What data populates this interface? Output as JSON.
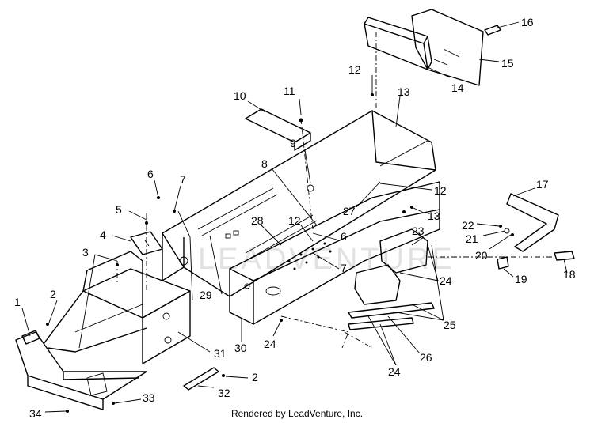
{
  "callouts": [
    {
      "id": "1",
      "label": "1"
    },
    {
      "id": "2a",
      "label": "2"
    },
    {
      "id": "2b",
      "label": "2"
    },
    {
      "id": "3",
      "label": "3"
    },
    {
      "id": "4",
      "label": "4"
    },
    {
      "id": "5",
      "label": "5"
    },
    {
      "id": "6a",
      "label": "6"
    },
    {
      "id": "6b",
      "label": "6"
    },
    {
      "id": "7a",
      "label": "7"
    },
    {
      "id": "7b",
      "label": "7"
    },
    {
      "id": "8",
      "label": "8"
    },
    {
      "id": "9",
      "label": "9"
    },
    {
      "id": "10",
      "label": "10"
    },
    {
      "id": "11",
      "label": "11"
    },
    {
      "id": "12a",
      "label": "12"
    },
    {
      "id": "12b",
      "label": "12"
    },
    {
      "id": "12c",
      "label": "12"
    },
    {
      "id": "13a",
      "label": "13"
    },
    {
      "id": "13b",
      "label": "13"
    },
    {
      "id": "14",
      "label": "14"
    },
    {
      "id": "15",
      "label": "15"
    },
    {
      "id": "16",
      "label": "16"
    },
    {
      "id": "17",
      "label": "17"
    },
    {
      "id": "18",
      "label": "18"
    },
    {
      "id": "19",
      "label": "19"
    },
    {
      "id": "20",
      "label": "20"
    },
    {
      "id": "21",
      "label": "21"
    },
    {
      "id": "22",
      "label": "22"
    },
    {
      "id": "23",
      "label": "23"
    },
    {
      "id": "24a",
      "label": "24"
    },
    {
      "id": "24b",
      "label": "24"
    },
    {
      "id": "24c",
      "label": "24"
    },
    {
      "id": "25",
      "label": "25"
    },
    {
      "id": "26",
      "label": "26"
    },
    {
      "id": "27",
      "label": "27"
    },
    {
      "id": "28",
      "label": "28"
    },
    {
      "id": "29",
      "label": "29"
    },
    {
      "id": "30",
      "label": "30"
    },
    {
      "id": "31",
      "label": "31"
    },
    {
      "id": "32",
      "label": "32"
    },
    {
      "id": "33",
      "label": "33"
    },
    {
      "id": "34",
      "label": "34"
    }
  ],
  "watermark": "LEADVENTURE",
  "footer": {
    "credit": "Rendered by LeadVenture, Inc."
  }
}
